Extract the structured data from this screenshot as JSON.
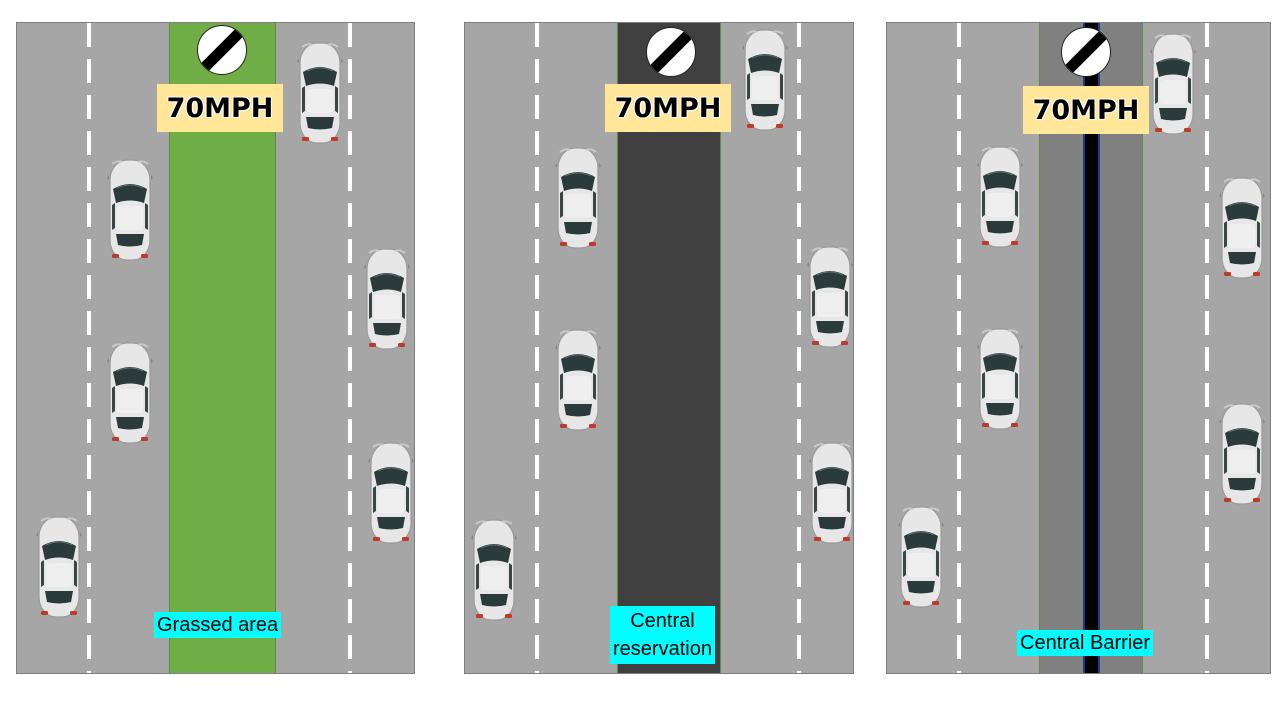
{
  "panels": [
    {
      "id": "grassed",
      "speed_label": "70MPH",
      "caption": "Grassed area",
      "median_type": "grass",
      "median_color": "#70ad47"
    },
    {
      "id": "reservation",
      "speed_label": "70MPH",
      "caption_lines": [
        "Central",
        "reservation"
      ],
      "median_type": "reservation",
      "median_color": "#404040"
    },
    {
      "id": "barrier",
      "speed_label": "70MPH",
      "caption": "Central Barrier",
      "median_type": "barrier",
      "median_color": "#808080",
      "barrier_color": "#000000"
    }
  ],
  "colors": {
    "road": "#a6a6a6",
    "lane_marking": "#ffffff",
    "label_bg": "#ffe699",
    "caption_bg": "#00ffff"
  },
  "icons": {
    "sign": "national-speed-limit-sign-icon",
    "vehicle": "car-top-view-icon"
  }
}
